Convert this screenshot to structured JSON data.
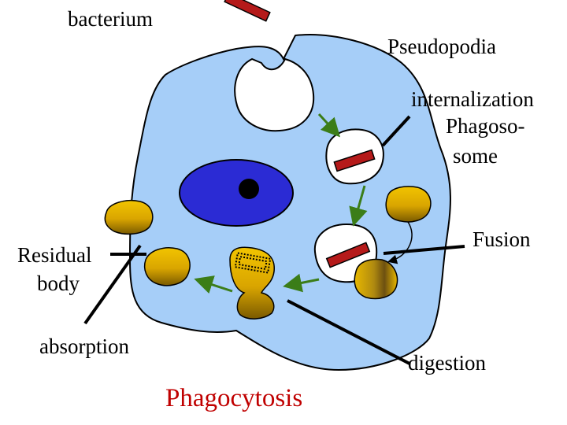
{
  "labels": {
    "bacterium": "bacterium",
    "pseudopodia": "Pseudopodia",
    "internalization": "internalization",
    "phagosome_line1": "Phagoso-",
    "phagosome_line2": "some",
    "fusion": "Fusion",
    "residual_line1": "Residual",
    "residual_line2": "body",
    "absorption": "absorption",
    "digestion": "digestion"
  },
  "title": "Phagocytosis",
  "colors": {
    "cytoplasm": "#a6cef8",
    "nucleus": "#2b2bd4",
    "bacterium": "#b51a1a",
    "vesicle": "#ffffff",
    "lysosome": "#e8b800",
    "lysosome_dark": "#7a5a00",
    "arrow": "#3b7d18",
    "title": "#c00000"
  }
}
